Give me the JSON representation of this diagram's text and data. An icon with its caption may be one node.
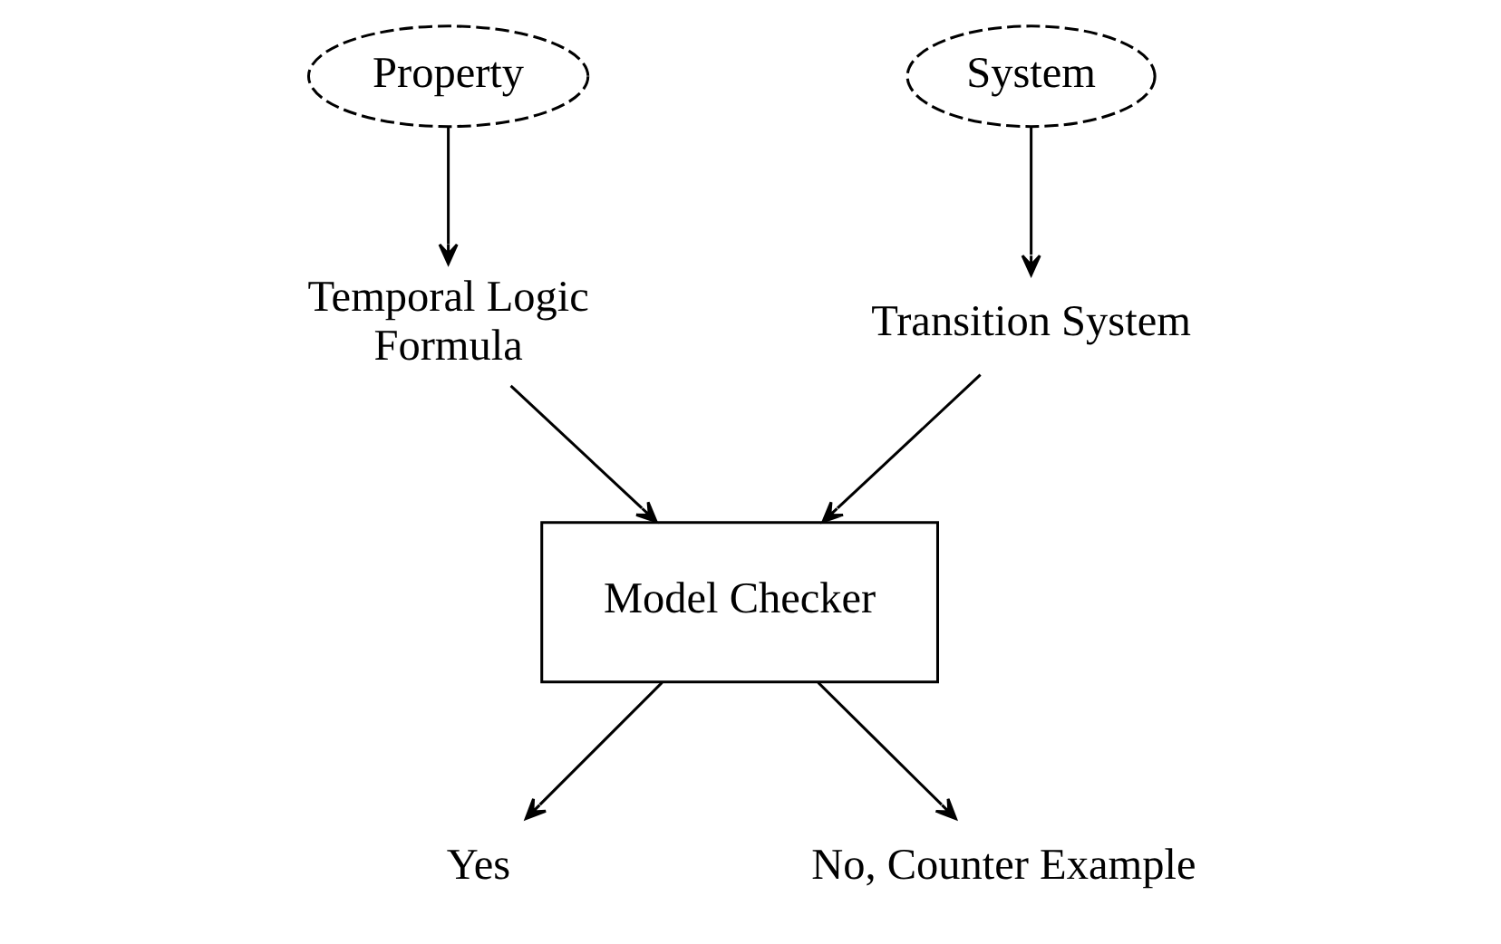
{
  "diagram": {
    "nodes": [
      {
        "text": [
          "Property"
        ]
      },
      {
        "text": [
          "System"
        ]
      },
      {
        "text": [
          "Temporal Logic Formula"
        ]
      },
      {
        "text": [
          "Transition System"
        ]
      },
      {
        "text": [
          "Model Checker"
        ]
      },
      {
        "text": [
          "Yes"
        ]
      },
      {
        "text": [
          "No, Counter Example"
        ]
      }
    ],
    "edges": [
      {
        "from": 0,
        "to": 2,
        "arrow": "to"
      },
      {
        "from": 1,
        "to": 3,
        "arrow": "to"
      },
      {
        "from": 2,
        "to": 4,
        "arrow": "to"
      },
      {
        "from": 3,
        "to": 4,
        "arrow": "to"
      },
      {
        "from": 4,
        "to": 5,
        "arrow": "to"
      },
      {
        "from": 4,
        "to": 6,
        "arrow": "to"
      }
    ]
  }
}
